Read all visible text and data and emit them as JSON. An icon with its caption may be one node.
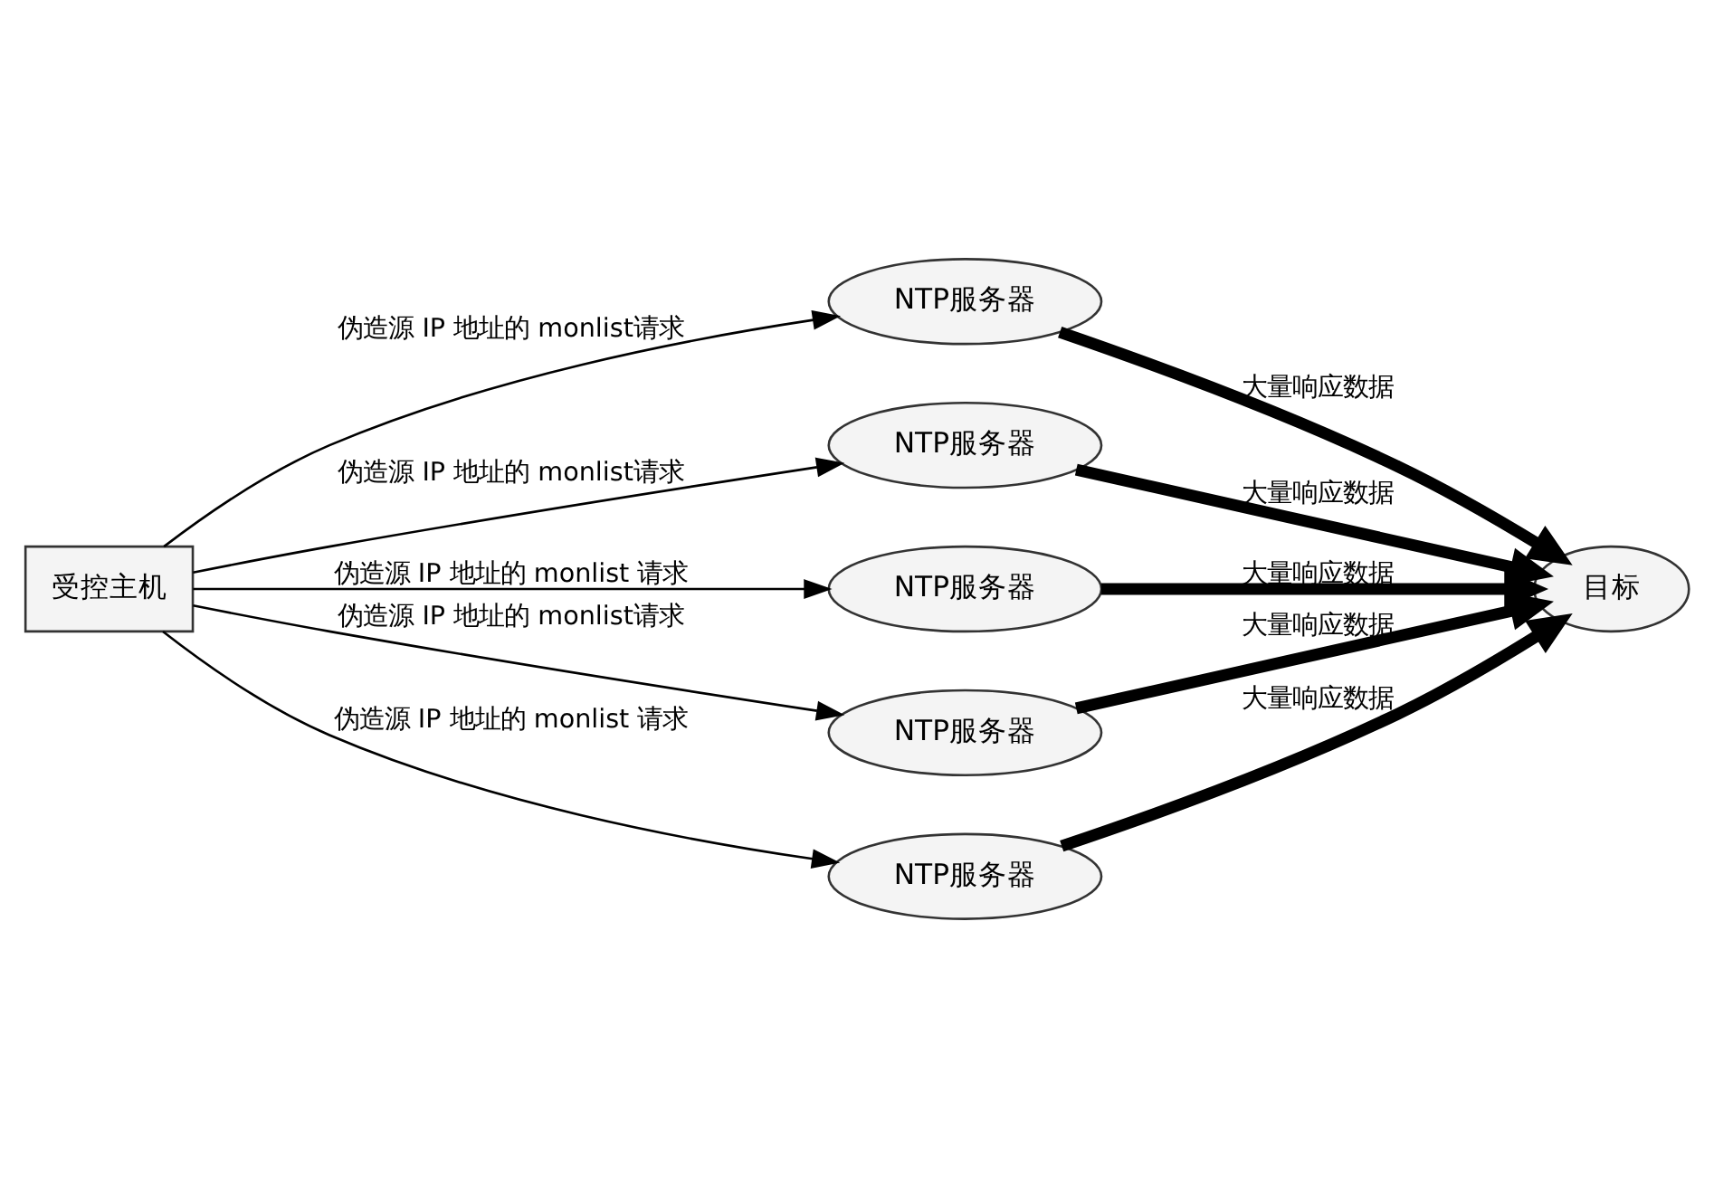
{
  "diagram": {
    "nodes": [
      {
        "text": [
          "受控主机"
        ]
      },
      {
        "text": [
          "NTP服务器"
        ]
      },
      {
        "text": [
          "NTP服务器"
        ]
      },
      {
        "text": [
          "NTP服务器"
        ]
      },
      {
        "text": [
          "NTP服务器"
        ]
      },
      {
        "text": [
          "NTP服务器"
        ]
      },
      {
        "text": [
          "目标"
        ]
      }
    ],
    "edges": [
      {
        "from": 0,
        "to": 1,
        "arrow": "to",
        "label": "伪造源 IP 地址的 monlist请求"
      },
      {
        "from": 0,
        "to": 2,
        "arrow": "to",
        "label": "伪造源 IP 地址的 monlist请求"
      },
      {
        "from": 0,
        "to": 3,
        "arrow": "to",
        "label": "伪造源 IP 地址的 monlist 请求"
      },
      {
        "from": 0,
        "to": 4,
        "arrow": "to",
        "label": "伪造源 IP 地址的 monlist请求"
      },
      {
        "from": 0,
        "to": 5,
        "arrow": "to",
        "label": "伪造源 IP 地址的 monlist 请求"
      },
      {
        "from": 1,
        "to": 6,
        "arrow": "to",
        "label": "大量响应数据",
        "style": "thick"
      },
      {
        "from": 2,
        "to": 6,
        "arrow": "to",
        "label": "大量响应数据",
        "style": "thick"
      },
      {
        "from": 3,
        "to": 6,
        "arrow": "to",
        "label": "大量响应数据",
        "style": "thick"
      },
      {
        "from": 4,
        "to": 6,
        "arrow": "to",
        "label": "大量响应数据",
        "style": "thick"
      },
      {
        "from": 5,
        "to": 6,
        "arrow": "to",
        "label": "大量响应数据",
        "style": "thick"
      }
    ]
  }
}
